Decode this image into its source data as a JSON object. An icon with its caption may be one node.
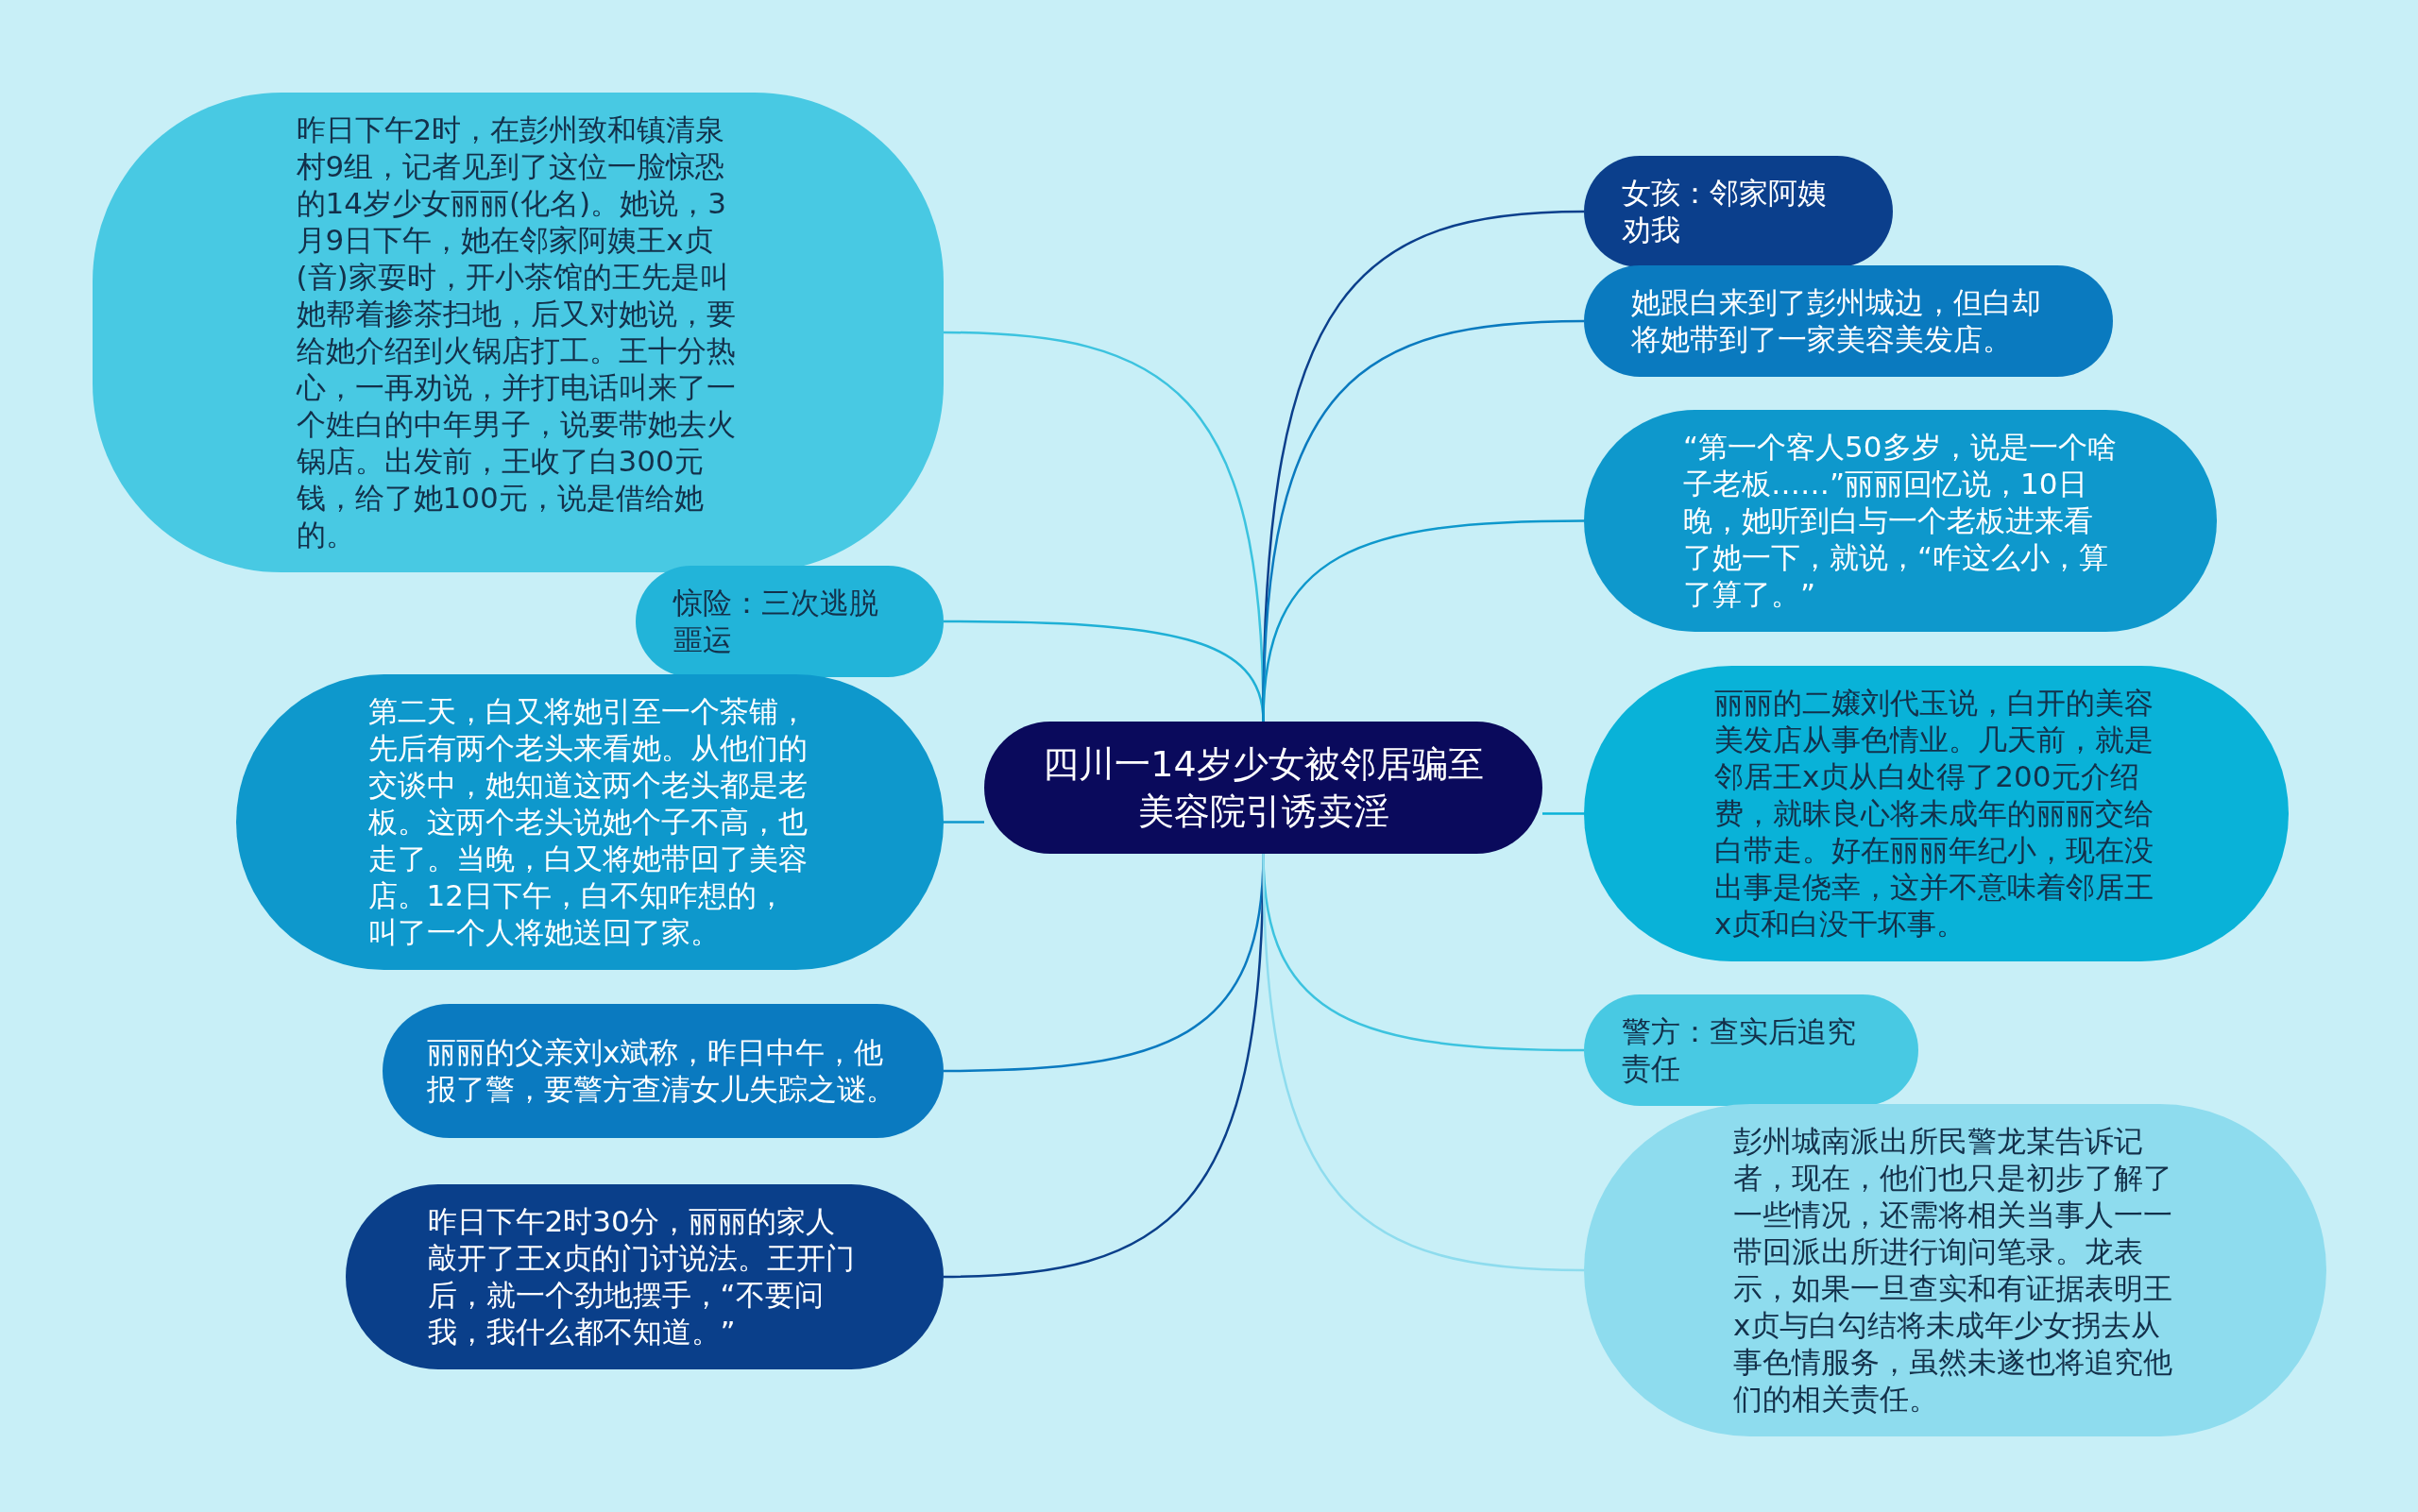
{
  "diagram": {
    "nodes": [
      {
        "text": [
          "四川一14岁少女被邻居骗至美容院引诱卖淫"
        ]
      },
      {
        "text": [
          "昨日下午2时，在彭州致和镇清泉村9组，记者见到了这位一脸惊恐的14岁少女丽丽(化名)。她说，3月9日下午，她在邻家阿姨王x贞 (音)家耍时，开小茶馆的王先是叫她帮着掺茶扫地，后又对她说，要给她介绍到火锅店打工。王十分热心，一再劝说，并打电话叫来了一个姓白的中年男子，说要带她去火锅店。出发前，王收了白300元钱，给了她100元，说是借给她的。"
        ]
      },
      {
        "text": [
          "惊险：三次逃脱噩运"
        ]
      },
      {
        "text": [
          "第二天，白又将她引至一个茶铺，先后有两个老头来看她。从他们的交谈中，她知道这两个老头都是老板。这两个老头说她个子不高，也走了。当晚，白又将她带回了美容店。12日下午，白不知咋想的，叫了一个人将她送回了家。"
        ]
      },
      {
        "text": [
          "丽丽的父亲刘x斌称，昨日中午，他报了警，要警方查清女儿失踪之谜。"
        ]
      },
      {
        "text": [
          "昨日下午2时30分，丽丽的家人敲开了王x贞的门讨说法。王开门后，就一个劲地摆手，“不要问我，我什么都不知道。”"
        ]
      },
      {
        "text": [
          "女孩：邻家阿姨劝我"
        ]
      },
      {
        "text": [
          "她跟白来到了彭州城边，但白却将她带到了一家美容美发店。"
        ]
      },
      {
        "text": [
          "“第一个客人50多岁，说是一个啥子老板……”丽丽回忆说，10日晚，她听到白与一个老板进来看了她一下，就说，“咋这么小，算了算了。”"
        ]
      },
      {
        "text": [
          "丽丽的二嬢刘代玉说，白开的美容美发店从事色情业。几天前，就是邻居王x贞从白处得了200元介绍费，就昧良心将未成年的丽丽交给白带走。好在丽丽年纪小，现在没出事是侥幸，这并不意味着邻居王x贞和白没干坏事。"
        ]
      },
      {
        "text": [
          "警方：查实后追究责任"
        ]
      },
      {
        "text": [
          "彭州城南派出所民警龙某告诉记者，现在，他们也只是初步了解了一些情况，还需将相关当事人一一带回派出所进行询问笔录。龙表示，如果一旦查实和有证据表明王x贞与白勾结将未成年少女拐去从事色情服务，虽然未遂也将追究他们的相关责任。"
        ]
      }
    ],
    "edges": [
      {
        "from": 0,
        "to": 1,
        "arrow": "none",
        "color": "#3cc3df"
      },
      {
        "from": 0,
        "to": 2,
        "arrow": "none",
        "color": "#1fb0d6"
      },
      {
        "from": 0,
        "to": 3,
        "arrow": "none",
        "color": "#0e98cc"
      },
      {
        "from": 0,
        "to": 4,
        "arrow": "none",
        "color": "#0a7ac0"
      },
      {
        "from": 0,
        "to": 5,
        "arrow": "none",
        "color": "#0a3f8a"
      },
      {
        "from": 0,
        "to": 6,
        "arrow": "none",
        "color": "#0b3f8c"
      },
      {
        "from": 0,
        "to": 7,
        "arrow": "none",
        "color": "#0a7abf"
      },
      {
        "from": 0,
        "to": 8,
        "arrow": "none",
        "color": "#0e98cc"
      },
      {
        "from": 0,
        "to": 9,
        "arrow": "none",
        "color": "#09b2d8"
      },
      {
        "from": 0,
        "to": 10,
        "arrow": "none",
        "color": "#3cc3df"
      },
      {
        "from": 0,
        "to": 11,
        "arrow": "none",
        "color": "#8edcee"
      }
    ]
  }
}
